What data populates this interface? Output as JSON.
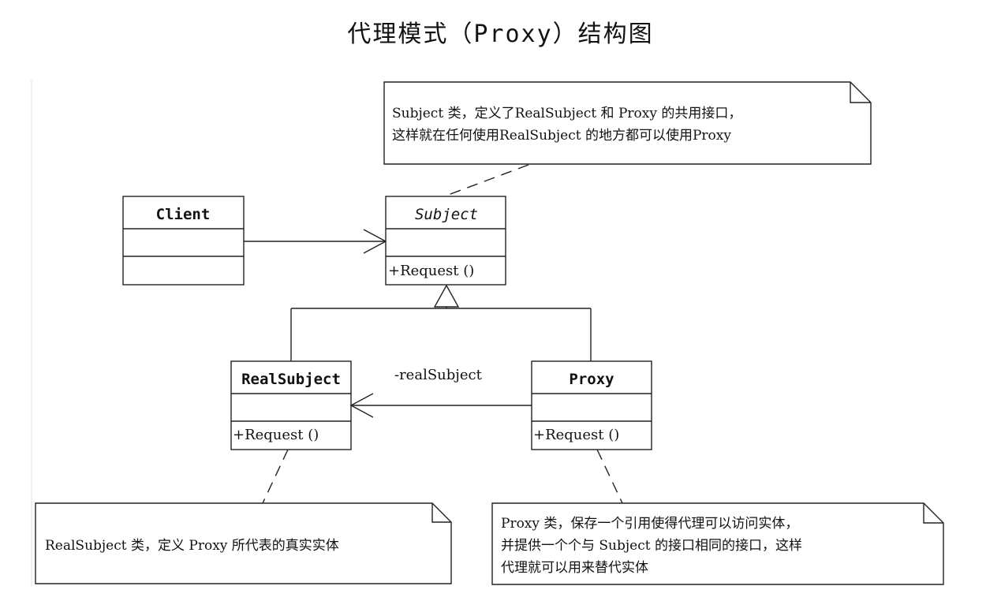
{
  "title": "代理模式（Proxy）结构图",
  "classes": {
    "client": {
      "name": "Client"
    },
    "subject": {
      "name": "Subject",
      "operation": "+Request ()"
    },
    "realsubject": {
      "name": "RealSubject",
      "operation": "+Request ()"
    },
    "proxy": {
      "name": "Proxy",
      "operation": "+Request ()"
    }
  },
  "association": {
    "label": "-realSubject"
  },
  "notes": {
    "subject": {
      "lines": [
        "Subject 类，定义了RealSubject 和 Proxy 的共用接口，",
        "这样就在任何使用RealSubject 的地方都可以使用Proxy"
      ]
    },
    "realsubject": {
      "lines": [
        "RealSubject 类，定义 Proxy 所代表的真实实体"
      ]
    },
    "proxy": {
      "lines": [
        "Proxy 类，保存一个引用使得代理可以访问实体，",
        "并提供一个个与 Subject 的接口相同的接口，这样",
        "代理就可以用来替代实体"
      ]
    }
  }
}
